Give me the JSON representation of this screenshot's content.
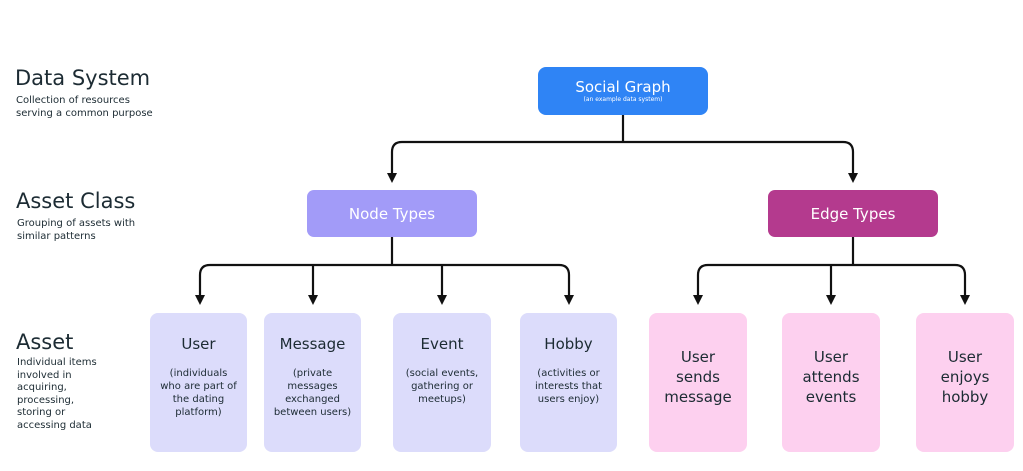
{
  "levels": {
    "data_system": {
      "title": "Data System",
      "desc": [
        "Collection of resources",
        "serving a common purpose"
      ]
    },
    "asset_class": {
      "title": "Asset Class",
      "desc": [
        "Grouping of assets with",
        "similar patterns"
      ]
    },
    "asset": {
      "title": "Asset",
      "desc": [
        "Individual items",
        "involved in",
        "acquiring,",
        "processing,",
        "storing or",
        "accessing data"
      ]
    }
  },
  "root": {
    "title": "Social Graph",
    "subtitle": "(an example data system)"
  },
  "classes": {
    "node": "Node Types",
    "edge": "Edge Types"
  },
  "node_assets": [
    {
      "title": "User",
      "desc": [
        "(individuals",
        "who are part of",
        "the dating",
        "platform)"
      ]
    },
    {
      "title": "Message",
      "desc": [
        "(private",
        "messages",
        "exchanged",
        "between users)"
      ]
    },
    {
      "title": "Event",
      "desc": [
        "(social events,",
        "gathering or",
        "meetups)"
      ]
    },
    {
      "title": "Hobby",
      "desc": [
        "(activities or",
        "interests that",
        "users enjoy)"
      ]
    }
  ],
  "edge_assets": [
    {
      "lines": [
        "User",
        "sends",
        "message"
      ]
    },
    {
      "lines": [
        "User",
        "attends",
        "events"
      ]
    },
    {
      "lines": [
        "User",
        "enjoys",
        "hobby"
      ]
    }
  ],
  "colors": {
    "root": "#2f84f5",
    "node_class": "#a29bf8",
    "edge_class": "#b43a8e",
    "node_asset": "#dcdcfb",
    "edge_asset": "#fdd0ef",
    "connector": "#111111"
  }
}
